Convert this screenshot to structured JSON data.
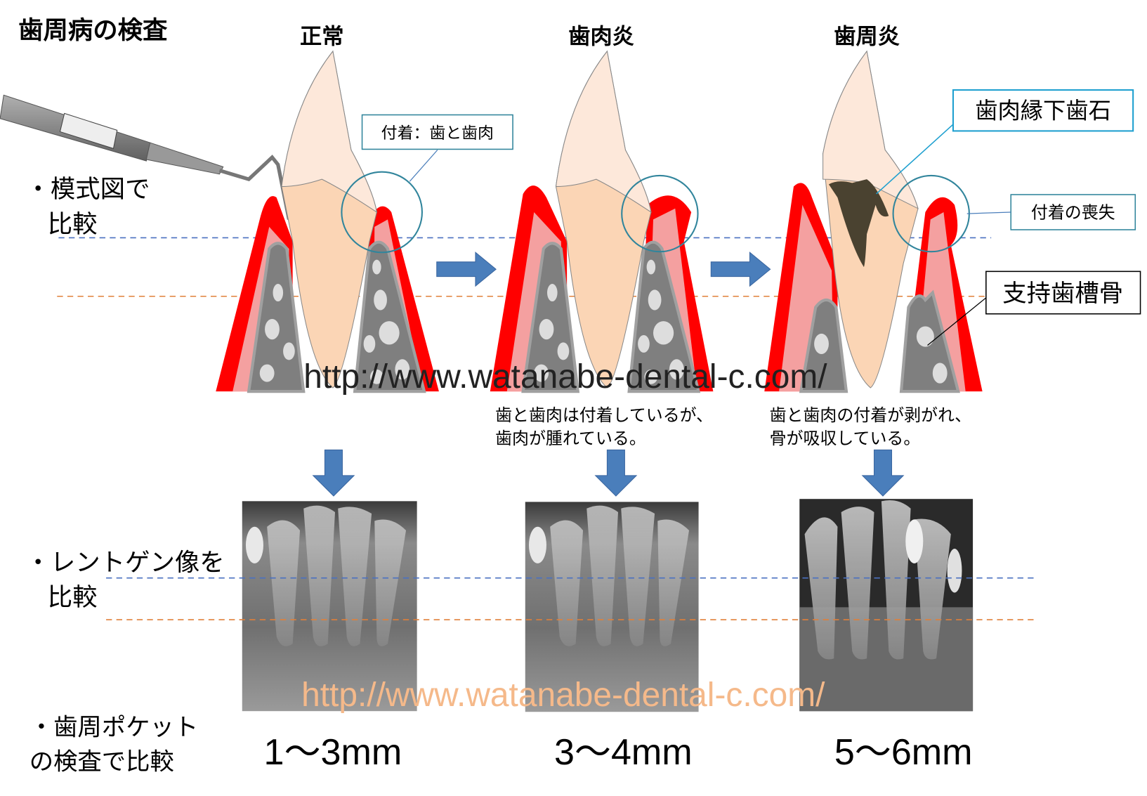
{
  "title": "歯周病の検査",
  "stages": [
    {
      "label": "正常",
      "pocket": "1〜3mm",
      "caption": []
    },
    {
      "label": "歯肉炎",
      "pocket": "3〜4mm",
      "caption": [
        "歯と歯肉は付着しているが、",
        "歯肉が腫れている。"
      ]
    },
    {
      "label": "歯周炎",
      "pocket": "5〜6mm",
      "caption": [
        "歯と歯肉の付着が剥がれ、",
        "骨が吸収している。"
      ]
    }
  ],
  "left_labels": {
    "schematic": [
      "・模式図で",
      "比較"
    ],
    "xray": [
      "・レントゲン像を",
      "比較"
    ],
    "pocket": [
      "・歯周ポケット",
      "の検査で比較"
    ]
  },
  "callouts": {
    "attachment": "付着：歯と歯肉",
    "subgingival_calculus": "歯肉縁下歯石",
    "attachment_loss": "付着の喪失",
    "alveolar_bone": "支持歯槽骨"
  },
  "watermarks": [
    "http://www.watanabe-dental-c.com/",
    "http://www.watanabe-dental-c.com/"
  ],
  "colors": {
    "gum_red": "#ff0000",
    "gum_pink": "#f4a0a0",
    "tooth": "#fbd5b5",
    "bone": "#7f7f7f",
    "arrow_blue": "#4a7ebb",
    "callout_teal": "#31859c",
    "line_blue": "#4a70c0",
    "line_orange": "#e0803a",
    "watermark_orange": "#f5b98a"
  }
}
